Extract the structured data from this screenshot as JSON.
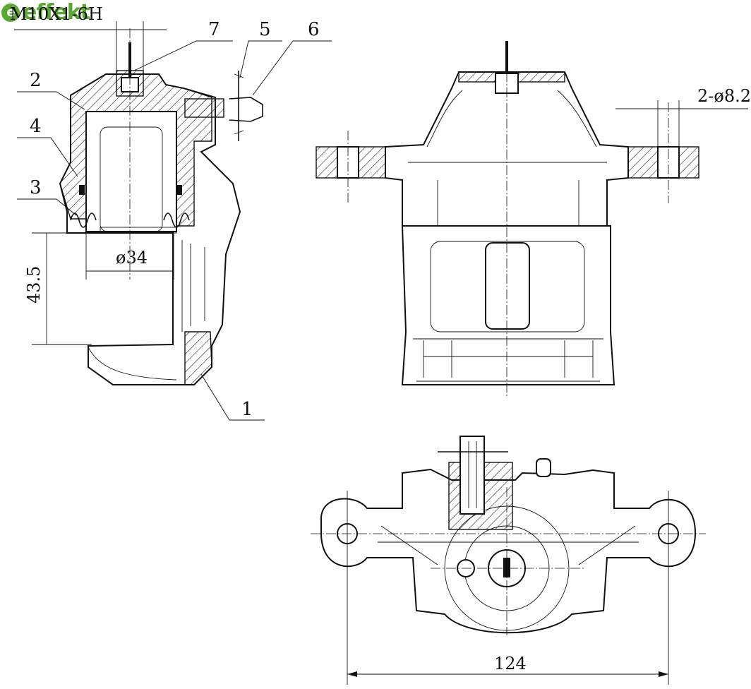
{
  "logo": {
    "text": "effekt",
    "color": "#5aa832"
  },
  "callouts": [
    "1",
    "2",
    "3",
    "4",
    "5",
    "6",
    "7"
  ],
  "dimensions": {
    "thread": "M10X1-6H",
    "piston_diameter": "ø34",
    "height": "43.5",
    "mount_holes": "2-ø8.2",
    "mount_spacing": "124"
  },
  "views": [
    "section-view",
    "front-view",
    "top-view"
  ]
}
